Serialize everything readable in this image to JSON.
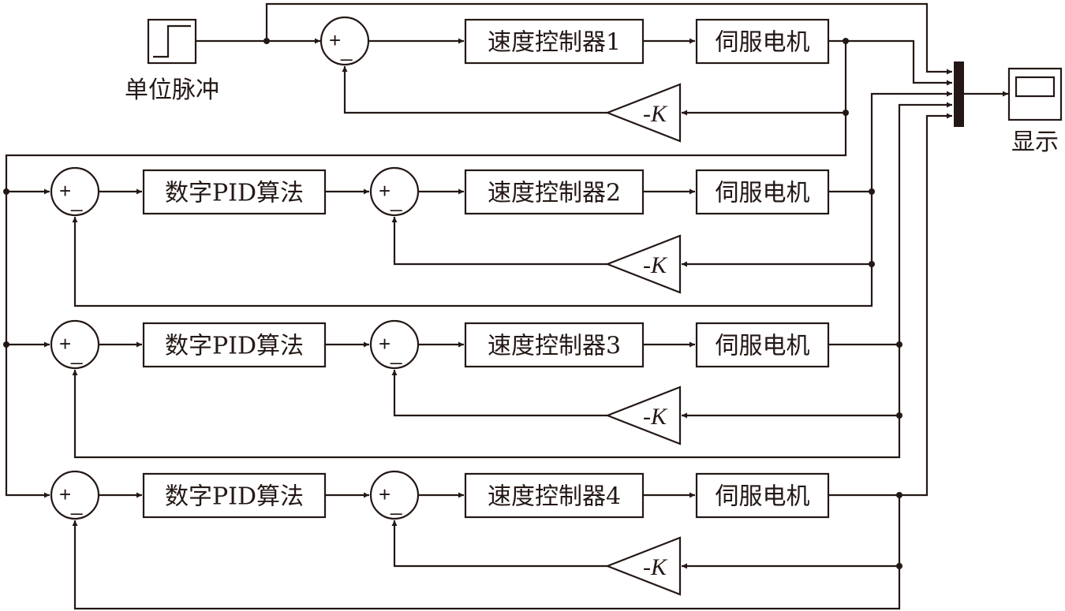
{
  "source": {
    "label": "单位脉冲"
  },
  "scope": {
    "label": "显示"
  },
  "rows": [
    {
      "controller": "速度控制器1",
      "motor": "伺服电机",
      "gain": "-K"
    },
    {
      "pid": "数字PID算法",
      "controller": "速度控制器2",
      "motor": "伺服电机",
      "gain": "-K"
    },
    {
      "pid": "数字PID算法",
      "controller": "速度控制器3",
      "motor": "伺服电机",
      "gain": "-K"
    },
    {
      "pid": "数字PID算法",
      "controller": "速度控制器4",
      "motor": "伺服电机",
      "gain": "-K"
    }
  ],
  "sum_signs": {
    "plus": "+",
    "minus": "_"
  },
  "colors": {
    "line": "#231815",
    "background": "#ffffff"
  }
}
